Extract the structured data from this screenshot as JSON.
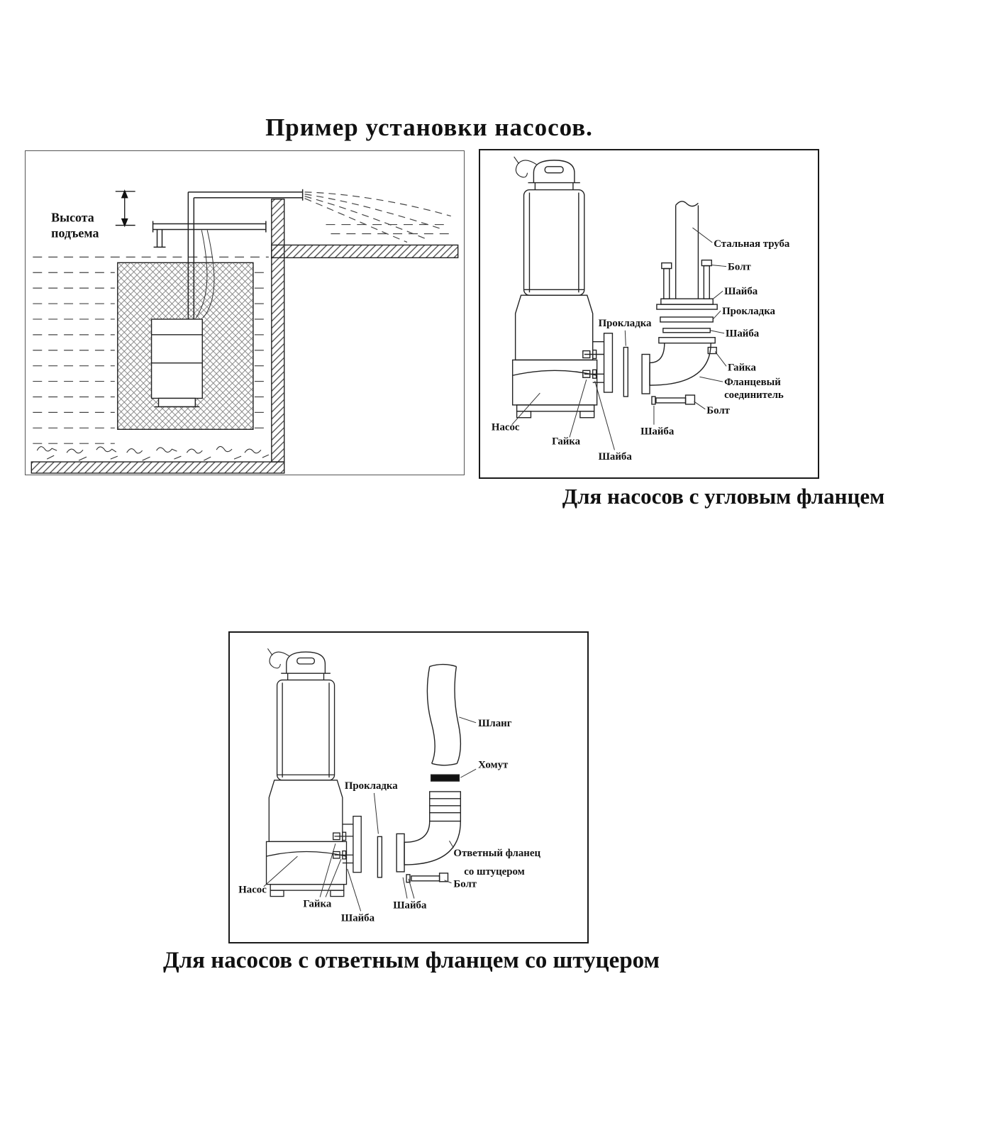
{
  "page": {
    "title": "Пример установки насосов."
  },
  "installation": {
    "lift_height_line1": "Высота",
    "lift_height_line2": "подъема"
  },
  "angle_flange": {
    "caption": "Для насосов с угловым фланцем",
    "labels": {
      "steel_pipe": "Стальная труба",
      "bolt_top": "Болт",
      "washer_top": "Шайба",
      "gasket_top": "Прокладка",
      "washer_mid": "Шайба",
      "gasket_left": "Прокладка",
      "nut_right": "Гайка",
      "flange_connector_line1": "Фланцевый",
      "flange_connector_line2": "соединитель",
      "bolt_bottom": "Болт",
      "washer_bottom": "Шайба",
      "pump": "Насос",
      "nut_left": "Гайка",
      "washer_left": "Шайба"
    }
  },
  "fitting_flange": {
    "caption": "Для насосов с ответным фланцем со штуцером",
    "labels": {
      "hose": "Шланг",
      "clamp": "Хомут",
      "gasket": "Прокладка",
      "counter_flange_line1": "Ответный фланец",
      "counter_flange_line2": "со штуцером",
      "bolt": "Болт",
      "washer_right": "Шайба",
      "pump": "Насос",
      "nut": "Гайка",
      "washer_left": "Шайба"
    }
  }
}
